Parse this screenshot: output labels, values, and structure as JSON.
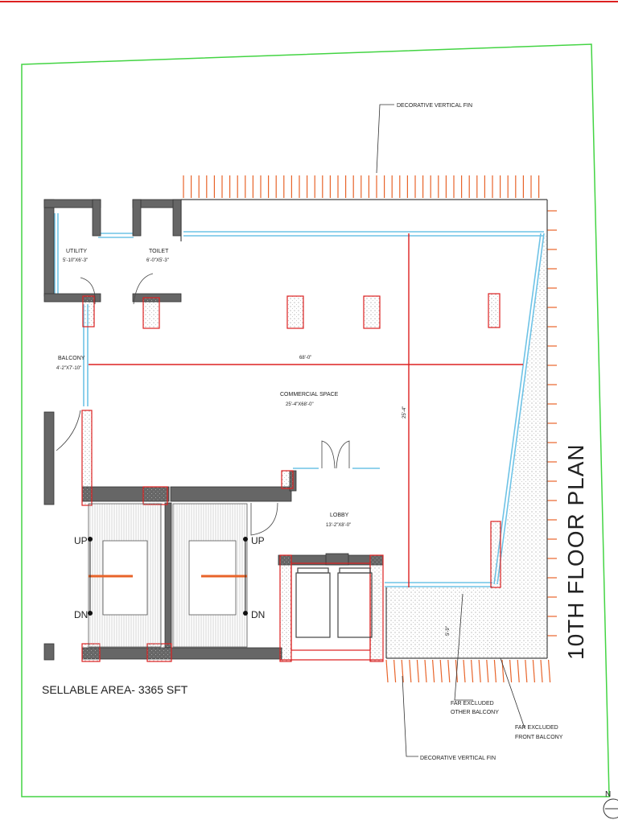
{
  "plan_title": "10TH FLOOR PLAN",
  "north": "N",
  "sellable_area": "SELLABLE AREA- 3365 SFT",
  "rooms": {
    "utility": {
      "name": "UTILITY",
      "dims": "5'-10\"X6'-3\""
    },
    "toilet": {
      "name": "TOILET",
      "dims": "6'-0\"X5'-3\""
    },
    "balcony": {
      "name": "BALCONY",
      "dims": "4'-2\"X7'-10\""
    },
    "commercial": {
      "name": "COMMERCIAL SPACE",
      "dims": "25'-4\"X68'-0\""
    },
    "lobby": {
      "name": "LOBBY",
      "dims": "13'-2\"X8'-0\""
    }
  },
  "dim_horizontal": "68'-0\"",
  "dim_vertical": "25'-4\"",
  "dim_balcony": "5'-9\"",
  "stairs": {
    "up": "UP",
    "down": "DN"
  },
  "callouts": {
    "fin_top": "DECORATIVE VERTICAL FIN",
    "fin_bottom": "DECORATIVE VERTICAL FIN",
    "far_other_1": "FAR EXCLUDED",
    "far_other_2": "OTHER BALCONY",
    "far_front_1": "FAR EXCLUDED",
    "far_front_2": "FRONT BALCONY"
  },
  "colors": {
    "border": "#43d443",
    "red": "#dd2020",
    "fin": "#e8642a",
    "glass": "#6fc3e6"
  }
}
